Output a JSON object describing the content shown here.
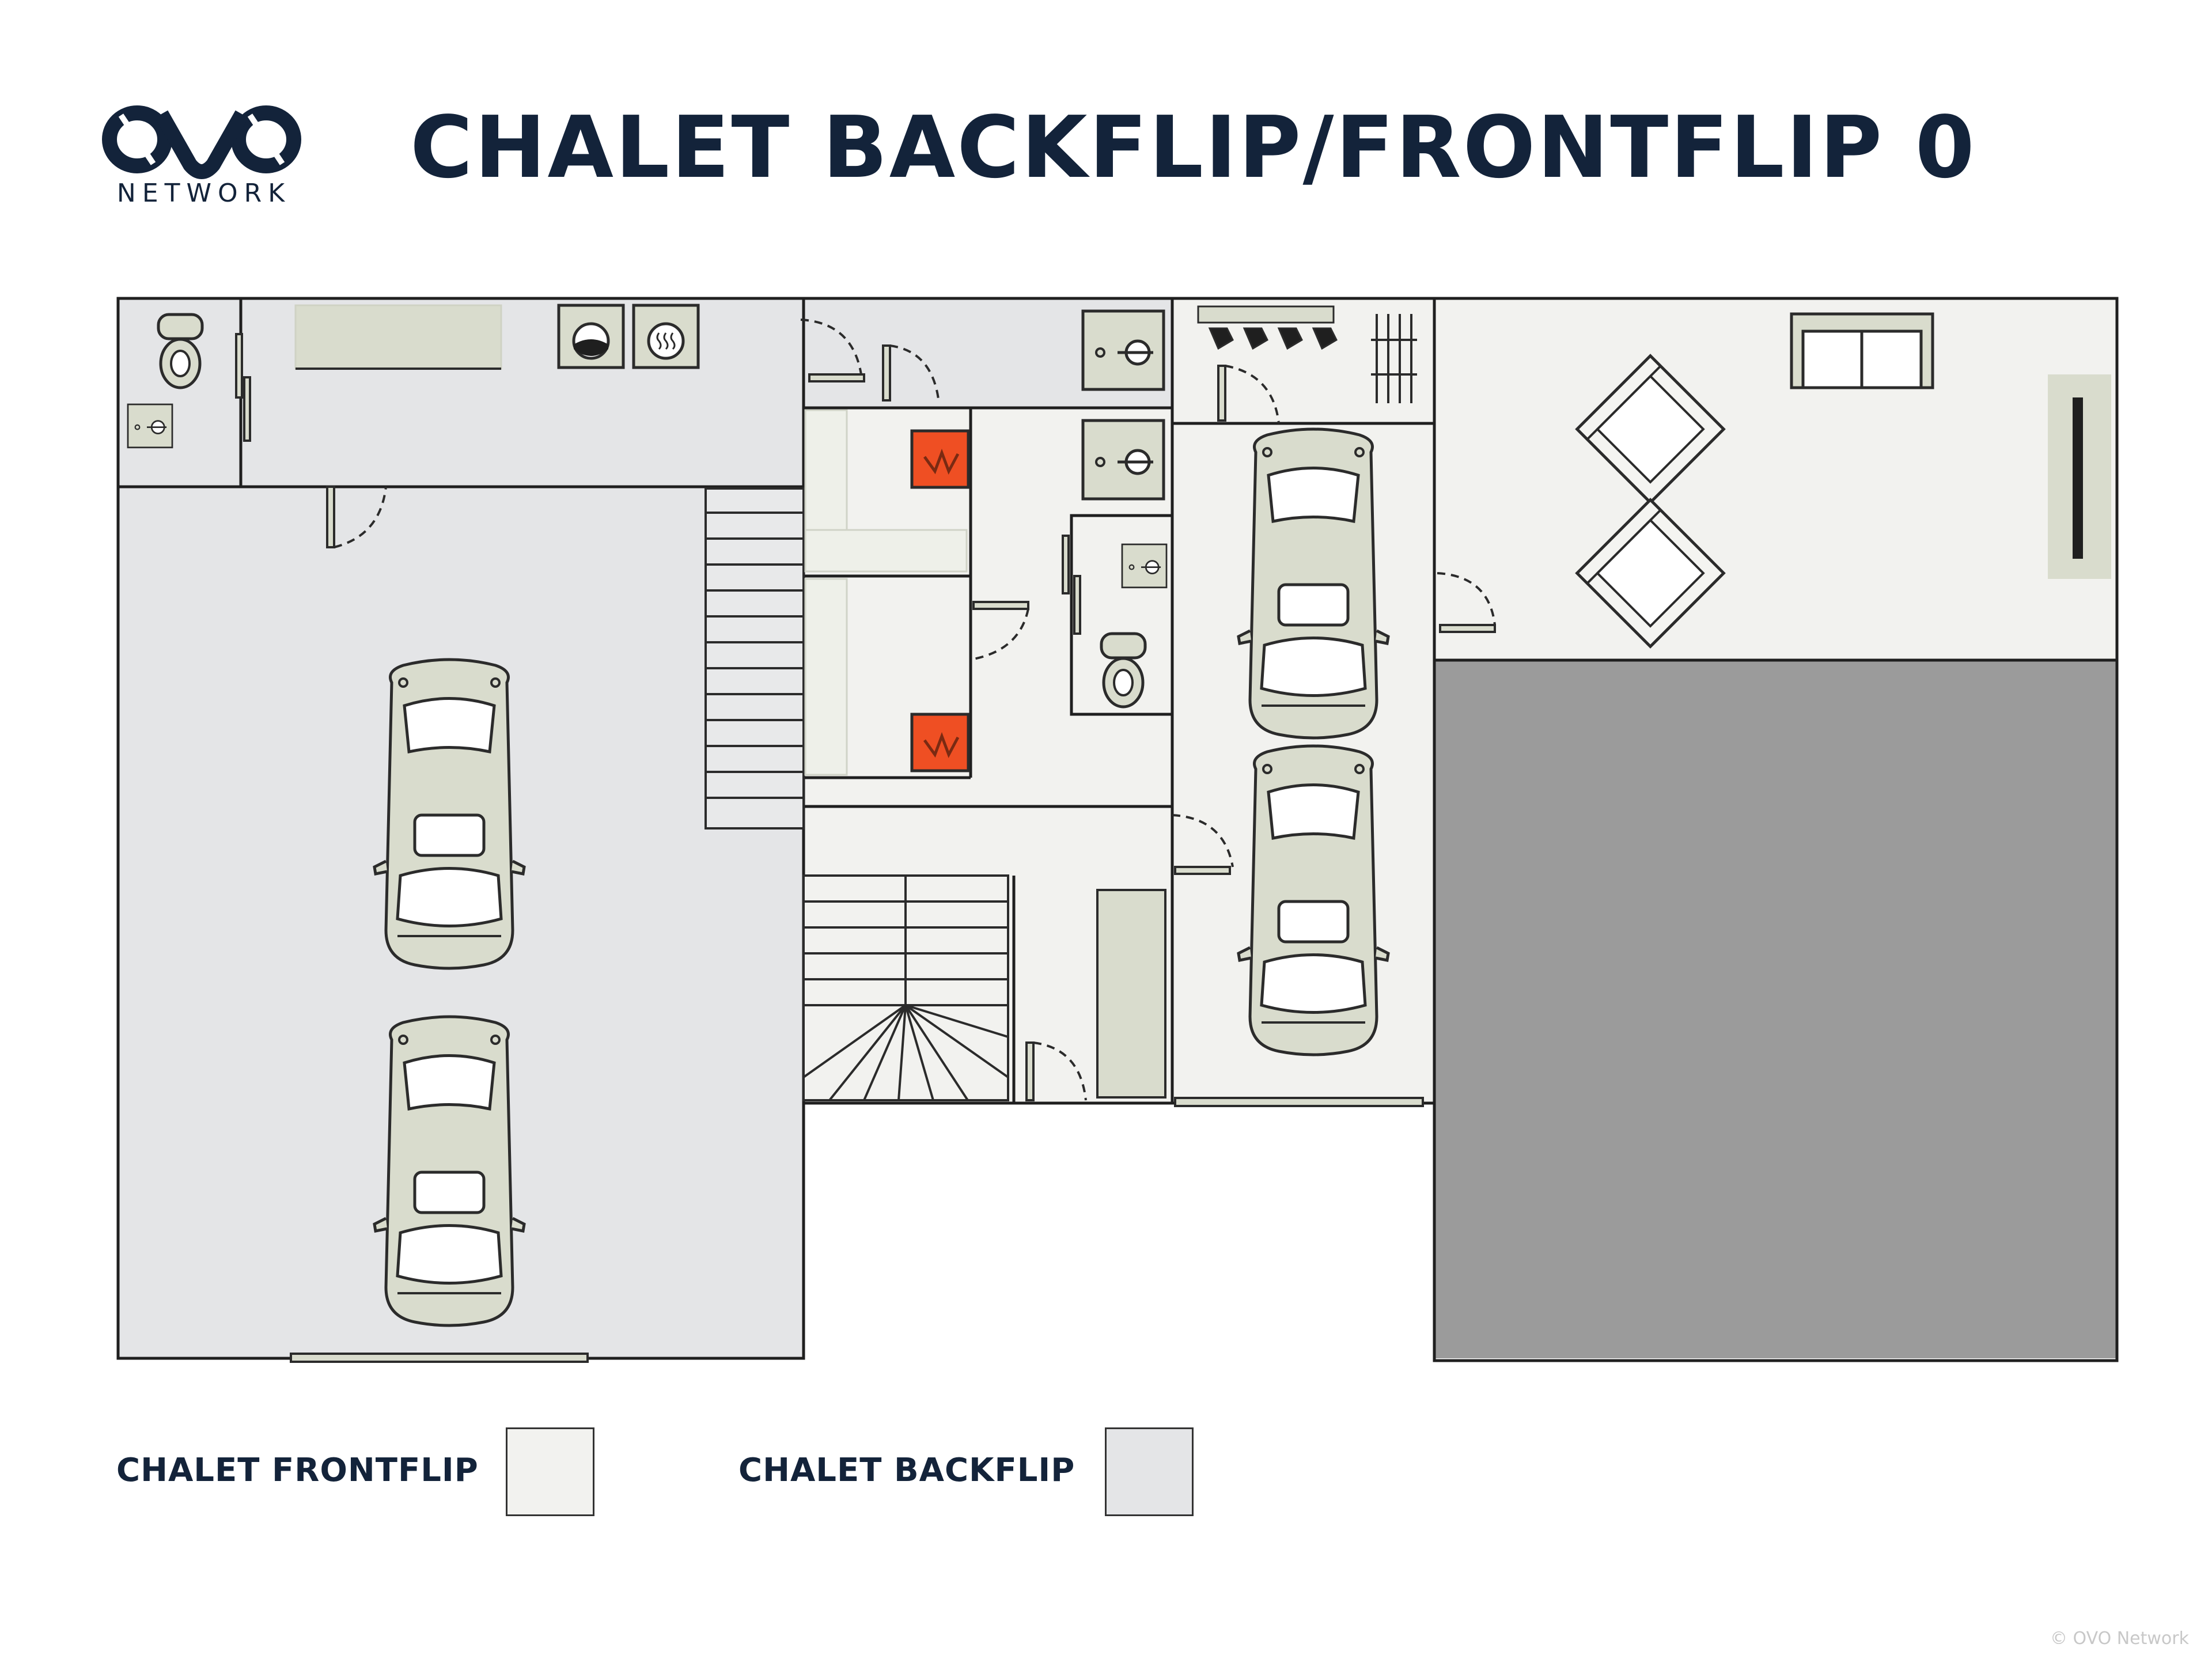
{
  "brand": {
    "logo_wordmark": "OVO",
    "logo_subtext": "NETWORK"
  },
  "title": "CHALET BACKFLIP/FRONTFLIP 0",
  "legend": [
    {
      "label": "CHALET FRONTFLIP",
      "color": "#f2f2ef"
    },
    {
      "label": "CHALET BACKFLIP",
      "color": "#e4e5e7"
    }
  ],
  "colors": {
    "frontflip_zone": "#f2f2ef",
    "backflip_zone": "#e4e5e7",
    "exterior_zone": "#9b9b9b",
    "furniture": "#d9dccd",
    "walls": "#1f1f1f",
    "heater": "#ef4f23",
    "brand": "#13233a"
  },
  "icons": [
    "toilet-icon",
    "sink-icon",
    "washing-machine-icon",
    "dryer-icon",
    "heater-icon",
    "car-icon",
    "ski-boot-rack-icon",
    "ski-rack-icon",
    "sofa-icon",
    "armchair-icon",
    "tv-icon",
    "stairs-icon",
    "door-icon",
    "bench-icon"
  ],
  "copyright": "© OVO Network"
}
